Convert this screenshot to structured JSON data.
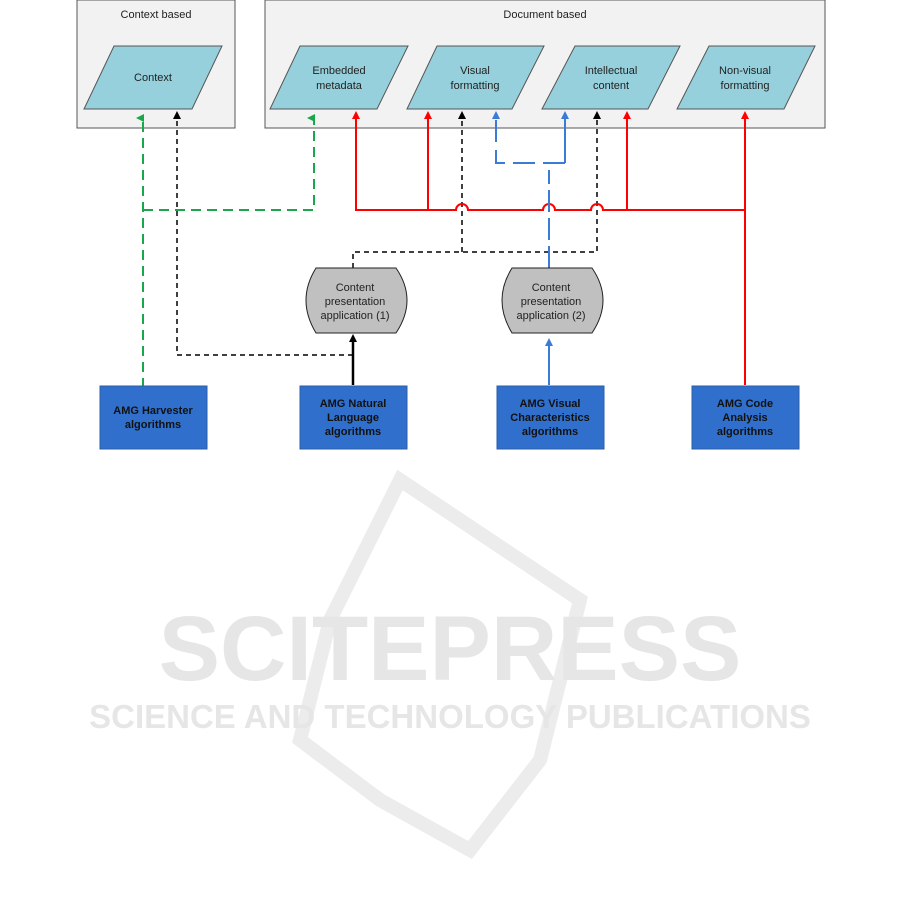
{
  "groups": {
    "context": {
      "title": "Context based"
    },
    "document": {
      "title": "Document based"
    }
  },
  "data_nodes": {
    "context": [
      "Context"
    ],
    "embedded": [
      "Embedded",
      "metadata"
    ],
    "visual": [
      "Visual",
      "formatting"
    ],
    "intellectual": [
      "Intellectual",
      "content"
    ],
    "nonvisual": [
      "Non-visual",
      "formatting"
    ]
  },
  "apps": {
    "app1": [
      "Content",
      "presentation",
      "application (1)"
    ],
    "app2": [
      "Content",
      "presentation",
      "application (2)"
    ]
  },
  "algorithms": {
    "harvester": [
      "AMG Harvester",
      "algorithms"
    ],
    "natural": [
      "AMG Natural",
      "Language",
      "algorithms"
    ],
    "visual": [
      "AMG Visual",
      "Characteristics",
      "algorithms"
    ],
    "code": [
      "AMG Code",
      "Analysis",
      "algorithms"
    ]
  },
  "watermark": {
    "main": "SCITEPRESS",
    "sub": "SCIENCE AND TECHNOLOGY PUBLICATIONS"
  },
  "colors": {
    "green": "#1aa64a",
    "red": "#ff0000",
    "blue": "#3a7bd5",
    "black": "#000000",
    "node": "#96d0dc",
    "algo": "#3070cc",
    "app": "#c0c0c0",
    "group": "#f2f2f2"
  }
}
